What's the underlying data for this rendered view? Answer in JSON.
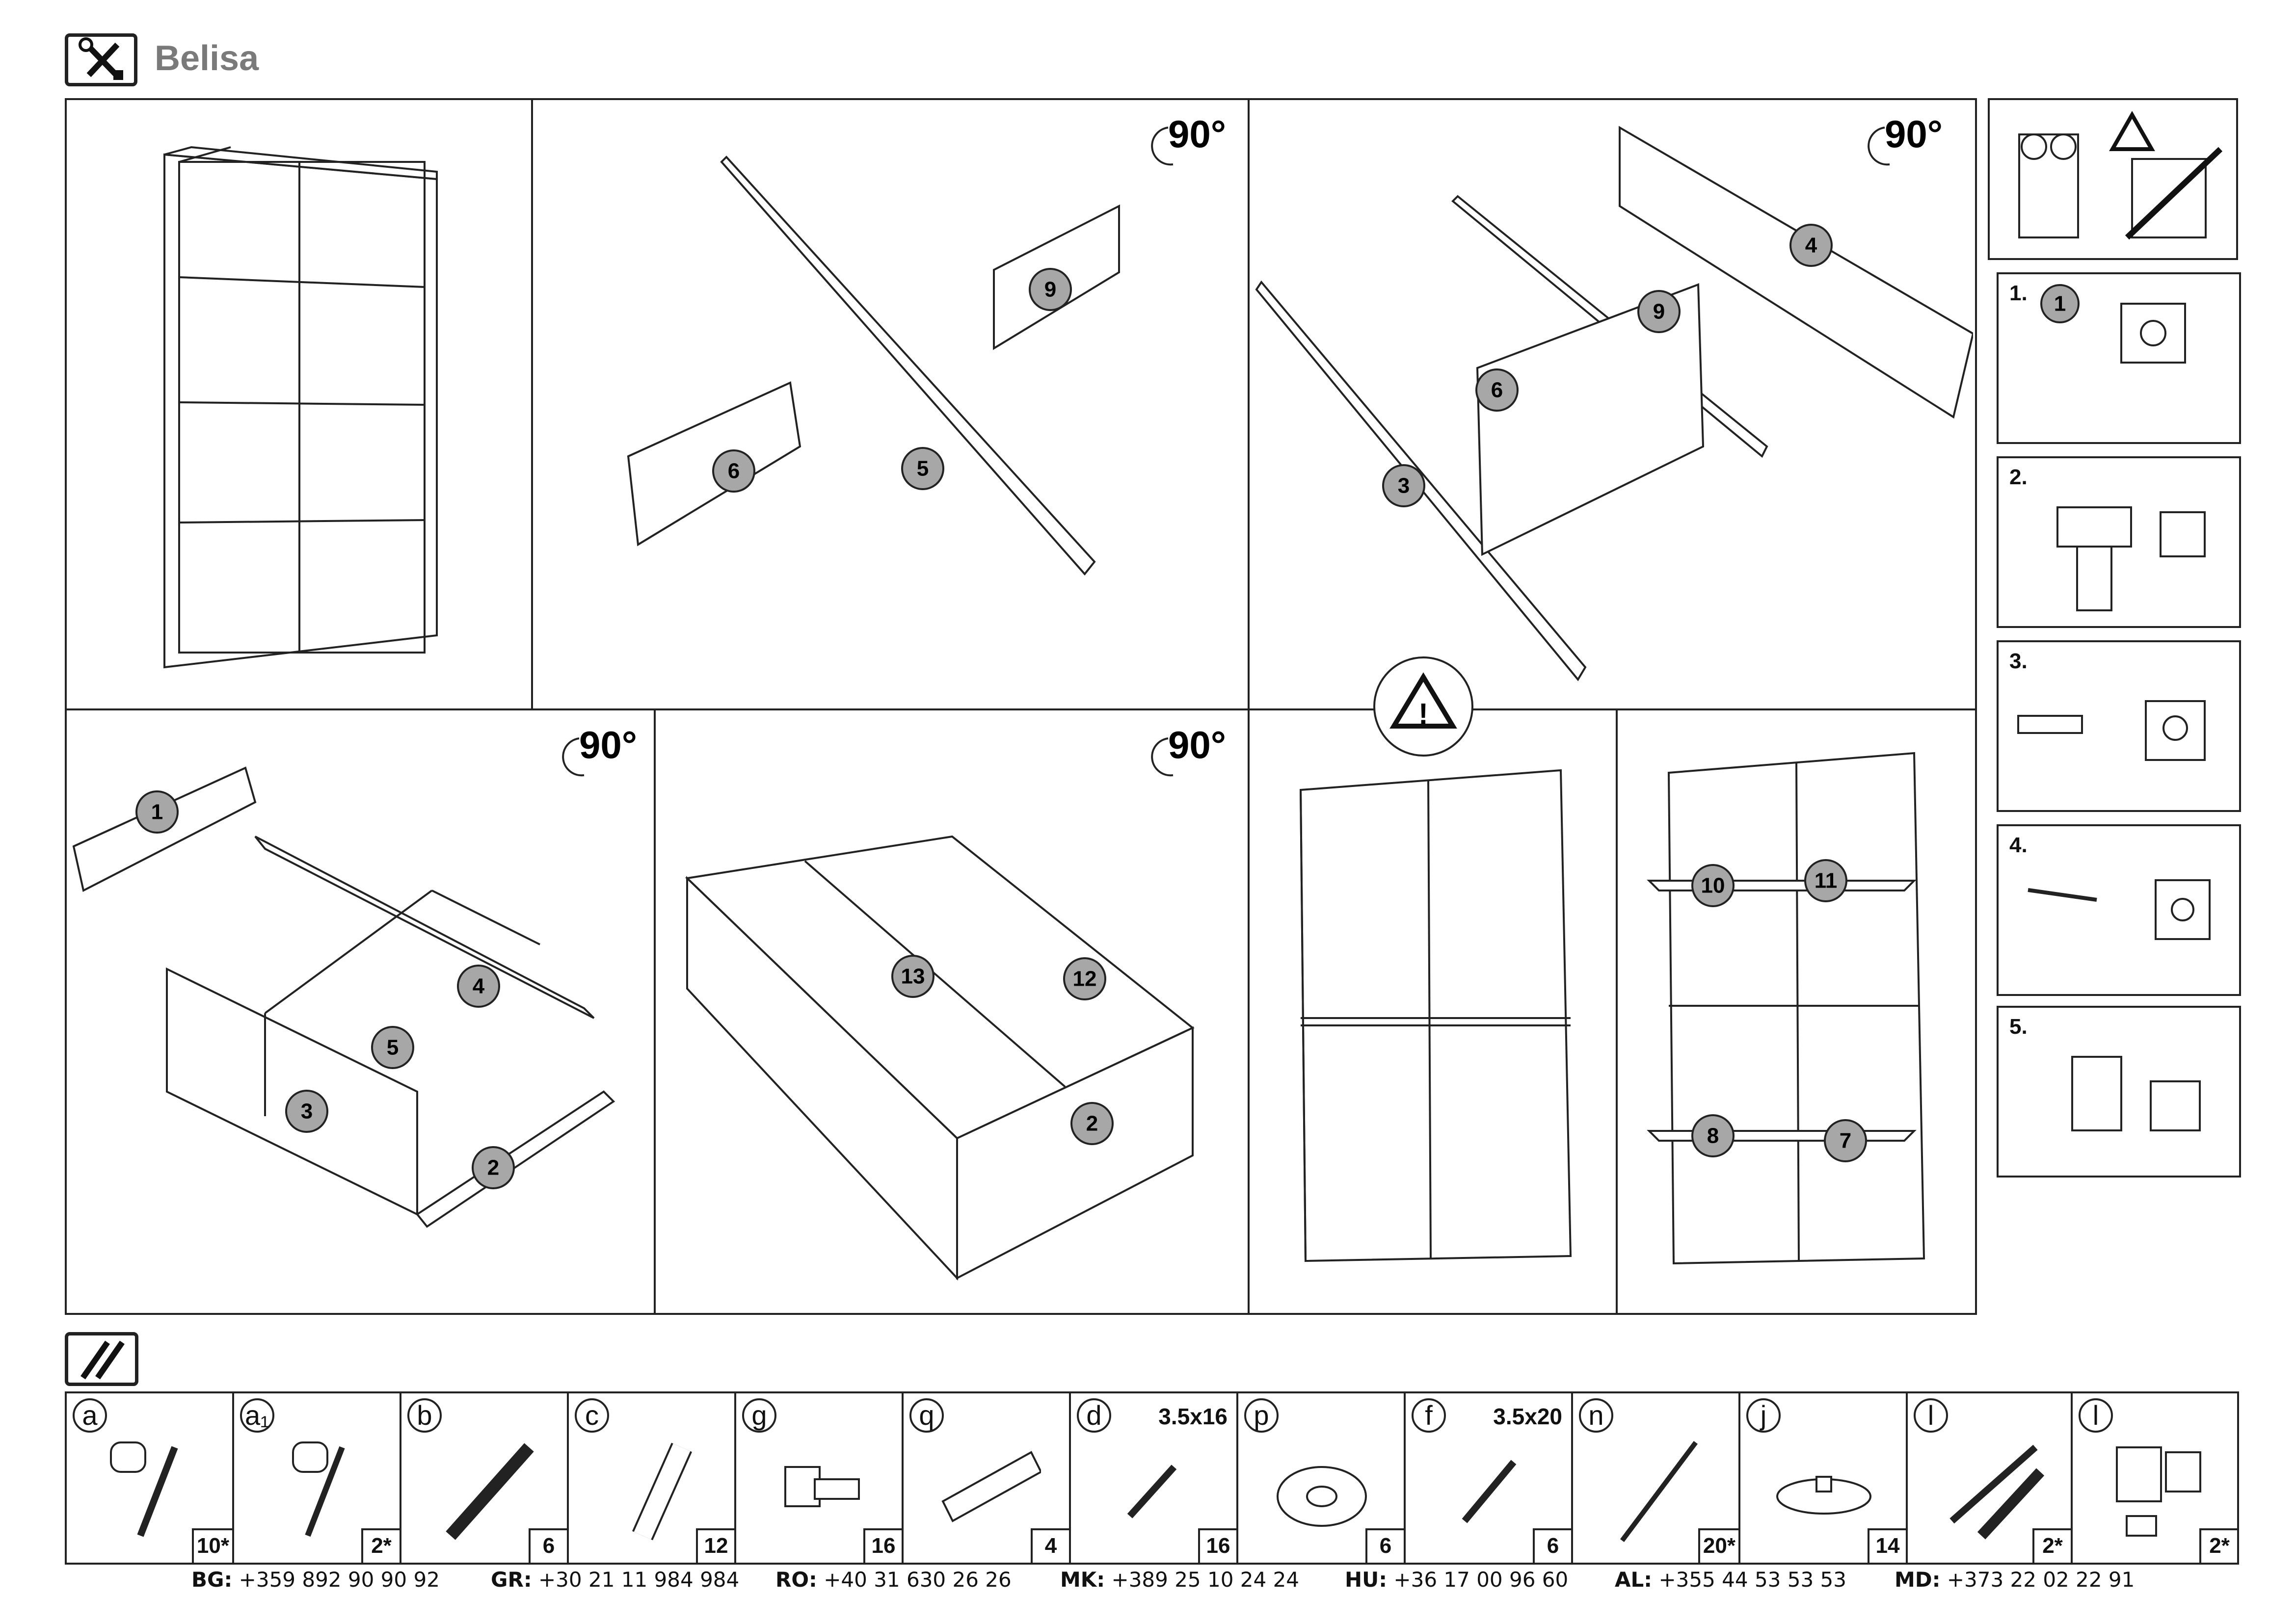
{
  "header": {
    "title": "Belisa",
    "tools_icon": "wrench-screwdriver-icon"
  },
  "rotation_label": "90°",
  "panel_numbers": {
    "p2": [
      "9",
      "6",
      "5"
    ],
    "p3": [
      "4",
      "9",
      "6",
      "3"
    ],
    "p4": [
      "1",
      "4",
      "5",
      "3",
      "2"
    ],
    "p5": [
      "13",
      "12",
      "2"
    ],
    "p7": [
      "10",
      "11",
      "8",
      "7"
    ]
  },
  "side_steps": [
    {
      "label": "1.",
      "part": "1"
    },
    {
      "label": "2."
    },
    {
      "label": "3."
    },
    {
      "label": "4."
    },
    {
      "label": "5."
    }
  ],
  "hardware_icon": "hardware-kit-icon",
  "hardware": [
    {
      "letter": "a",
      "size": "",
      "qty": "10*"
    },
    {
      "letter": "a₁",
      "size": "",
      "qty": "2*"
    },
    {
      "letter": "b",
      "size": "",
      "qty": "6"
    },
    {
      "letter": "c",
      "size": "",
      "qty": "12"
    },
    {
      "letter": "g",
      "size": "",
      "qty": "16"
    },
    {
      "letter": "q",
      "size": "",
      "qty": "4"
    },
    {
      "letter": "d",
      "size": "3.5x16",
      "qty": "16"
    },
    {
      "letter": "p",
      "size": "",
      "qty": "6"
    },
    {
      "letter": "f",
      "size": "3.5x20",
      "qty": "6"
    },
    {
      "letter": "n",
      "size": "",
      "qty": "20*"
    },
    {
      "letter": "j",
      "size": "",
      "qty": "14"
    },
    {
      "letter": "l",
      "size": "",
      "qty": "2*"
    },
    {
      "letter": "l",
      "size": "",
      "qty": "2*"
    }
  ],
  "phones": [
    {
      "code": "BG:",
      "number": "+359 892 90 90 92"
    },
    {
      "code": "GR:",
      "number": "+30 21 11 984 984"
    },
    {
      "code": "RO:",
      "number": "+40 31 630 26 26"
    },
    {
      "code": "MK:",
      "number": "+389 25 10 24 24"
    },
    {
      "code": "HU:",
      "number": "+36 17 00 96 60"
    },
    {
      "code": "AL:",
      "number": "+355 44 53 53 53"
    },
    {
      "code": "MD:",
      "number": "+373 22 02 22 91"
    }
  ]
}
